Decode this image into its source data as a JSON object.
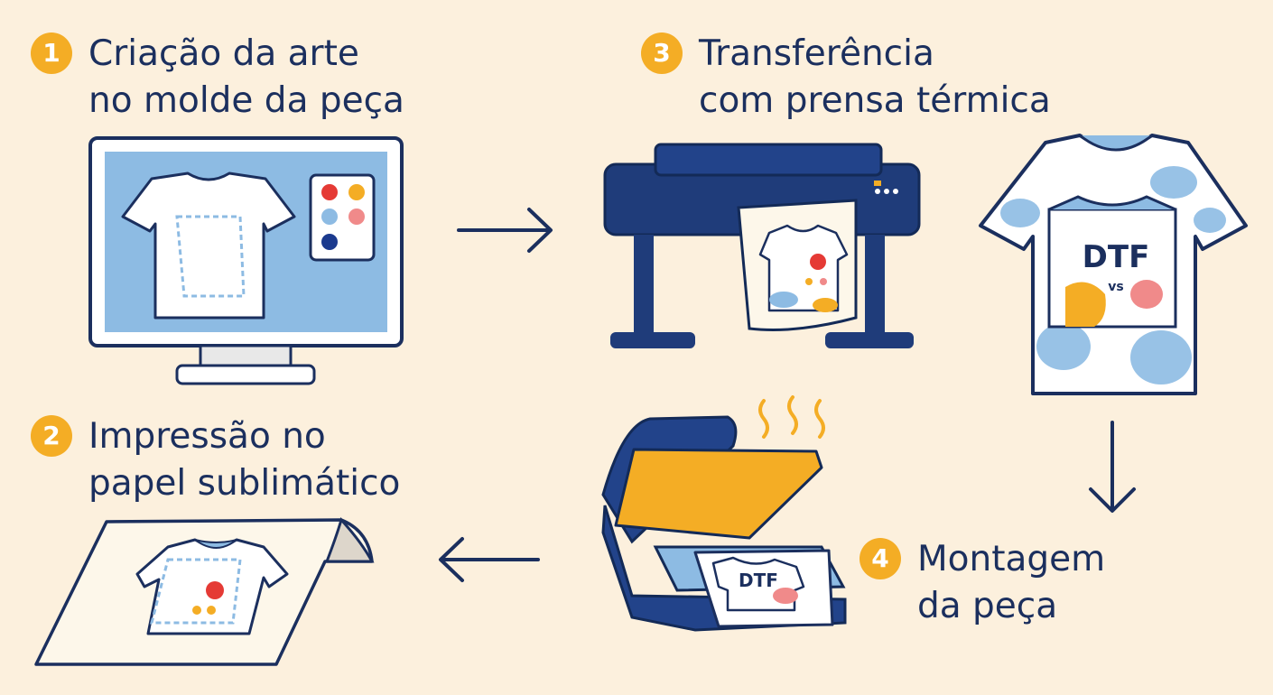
{
  "steps": [
    {
      "number": "1",
      "lines": [
        "Criação da arte",
        "no molde da peça"
      ]
    },
    {
      "number": "2",
      "lines": [
        "Impressão no",
        "papel sublimático"
      ]
    },
    {
      "number": "3",
      "lines": [
        "Transferência",
        "com prensa térmica"
      ]
    },
    {
      "number": "4",
      "lines": [
        "Montagem",
        "da peça"
      ]
    }
  ],
  "illustration_text": {
    "shirt_label_big": "DTF",
    "shirt_label_small": "vs",
    "press_label": "DTF"
  },
  "colors": {
    "background": "#fcf0dd",
    "navy": "#1b2f5e",
    "accent_yellow": "#f4ad25",
    "light_blue": "#8dbbe3",
    "red": "#e53a35",
    "pink": "#f08a8a"
  },
  "icons": [
    "monitor-icon",
    "printer-icon",
    "tshirt-icon",
    "heat-press-icon",
    "sublimation-paper-icon",
    "arrow-right-icon",
    "arrow-down-icon",
    "arrow-left-icon"
  ]
}
